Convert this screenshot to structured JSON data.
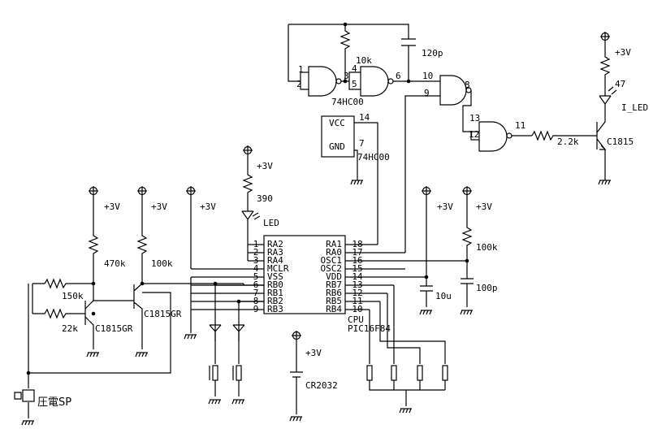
{
  "supplies": {
    "v3": "+3V"
  },
  "resistors": {
    "r10k": "10k",
    "r470k": "470k",
    "r100k_a": "100k",
    "r150k": "150k",
    "r22k": "22k",
    "r390": "390",
    "r47": "47",
    "r2k2": "2.2k",
    "r100k_b": "100k"
  },
  "capacitors": {
    "c120p": "120p",
    "c10u": "10u",
    "c100p": "100p"
  },
  "transistors": {
    "q1": "C1815GR",
    "q2": "C1815GR",
    "q3": "C1815"
  },
  "ic": {
    "gate_chip": "74HC00",
    "power_chip": "74HC00",
    "vcc": "VCC",
    "gnd": "GND",
    "cpu_label": "CPU",
    "cpu_name": "PIC16F84"
  },
  "led": {
    "status": "LED",
    "indicator": "I_LED"
  },
  "battery": "CR2032",
  "speaker": "圧電SP",
  "gate_pins": {
    "p1": "1",
    "p2": "2",
    "p3": "3",
    "p4": "4",
    "p5": "5",
    "p6": "6",
    "p8": "8",
    "p9": "9",
    "p10": "10",
    "p11": "11",
    "p12": "12",
    "p13": "13",
    "p14": "14",
    "p7": "7"
  },
  "pic_left_pins": [
    {
      "num": "1",
      "name": "RA2"
    },
    {
      "num": "2",
      "name": "RA3"
    },
    {
      "num": "3",
      "name": "RA4"
    },
    {
      "num": "4",
      "name": "MCLR"
    },
    {
      "num": "5",
      "name": "VSS"
    },
    {
      "num": "6",
      "name": "RB0"
    },
    {
      "num": "7",
      "name": "RB1"
    },
    {
      "num": "8",
      "name": "RB2"
    },
    {
      "num": "9",
      "name": "RB3"
    }
  ],
  "pic_right_pins": [
    {
      "num": "18",
      "name": "RA1"
    },
    {
      "num": "17",
      "name": "RA0"
    },
    {
      "num": "16",
      "name": "OSC1"
    },
    {
      "num": "15",
      "name": "OSC2"
    },
    {
      "num": "14",
      "name": "VDD"
    },
    {
      "num": "13",
      "name": "RB7"
    },
    {
      "num": "12",
      "name": "RB6"
    },
    {
      "num": "11",
      "name": "RB5"
    },
    {
      "num": "10",
      "name": "RB4"
    }
  ]
}
